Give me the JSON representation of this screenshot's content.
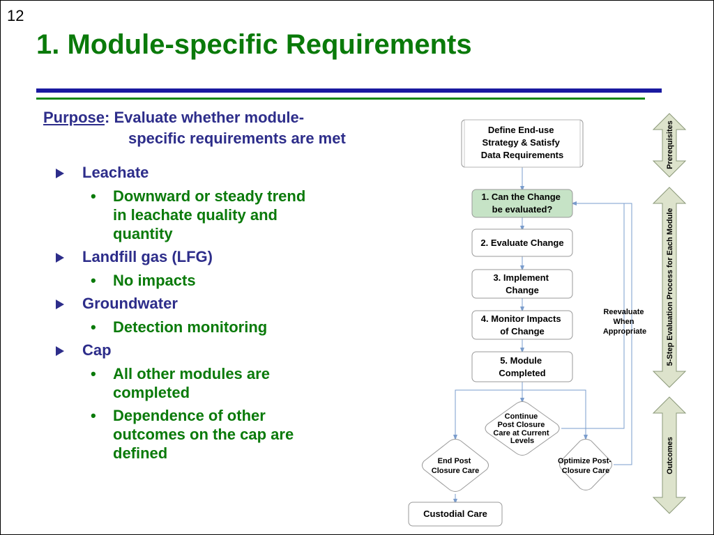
{
  "slide_number": "12",
  "title": "1. Module-specific Requirements",
  "purpose": {
    "label": "Purpose",
    "line1": ": Evaluate whether module-",
    "line2": "specific requirements are met"
  },
  "bullets": [
    {
      "label": "Leachate",
      "sub": [
        {
          "lines": [
            "Downward or steady trend",
            "in leachate quality and",
            "quantity"
          ]
        }
      ]
    },
    {
      "label": "Landfill gas (LFG)",
      "sub": [
        {
          "lines": [
            "No impacts"
          ]
        }
      ]
    },
    {
      "label": "Groundwater",
      "sub": [
        {
          "lines": [
            "Detection monitoring"
          ]
        }
      ]
    },
    {
      "label": "Cap",
      "sub": [
        {
          "lines": [
            "All other modules are",
            "completed"
          ]
        },
        {
          "lines": [
            "Dependence of other",
            "outcomes on the cap are",
            "defined"
          ]
        }
      ]
    }
  ],
  "flowchart": {
    "define": [
      "Define End-use",
      "Strategy & Satisfy",
      "Data Requirements"
    ],
    "step1": [
      "1. Can the Change",
      "be evaluated?"
    ],
    "step2": [
      "2. Evaluate Change"
    ],
    "step3": [
      "3. Implement",
      "Change"
    ],
    "step4": [
      "4. Monitor Impacts",
      "of Change"
    ],
    "step5": [
      "5. Module",
      "Completed"
    ],
    "continue": [
      "Continue",
      "Post Closure",
      "Care at Current",
      "Levels"
    ],
    "end": [
      "End Post",
      "Closure Care"
    ],
    "optimize": [
      "Optimize Post-",
      "Closure Care"
    ],
    "custodial": [
      "Custodial Care"
    ],
    "reevaluate": [
      "Reevaluate",
      "When",
      "Appropriate"
    ]
  },
  "side_labels": {
    "prerequisites": "Prerequisites",
    "process": "5-Step Evaluation Process for Each Module",
    "outcomes": "Outcomes"
  },
  "colors": {
    "title_green": "#0a7a0a",
    "text_navy": "#2d2d8a",
    "rule_blue": "#1a1aa0",
    "step1_fill": "#c6e3c6",
    "side_arrow_fill": "#dde3cc",
    "connector_blue": "#7a9ccc"
  }
}
